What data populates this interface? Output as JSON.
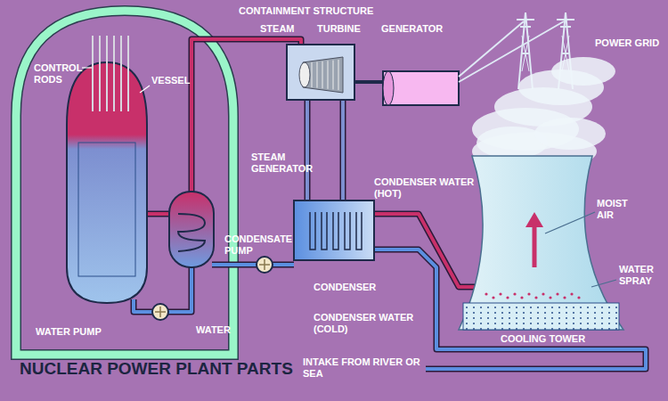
{
  "diagram": {
    "title": "NUCLEAR POWER PLANT PARTS",
    "labels": [
      "CONTAINMENT STRUCTURE",
      "STEAM",
      "CONTROL RODS",
      "VESSEL",
      "TURBINE",
      "GENERATOR",
      "POWER GRID",
      "STEAM GENERATOR",
      "CONDENSER WATER (HOT)",
      "MOIST AIR",
      "CONDENSATE PUMP",
      "WATER SPRAY",
      "WATER PUMP",
      "WATER",
      "CONDENSER",
      "CONDENSER WATER (COLD)",
      "COOLING TOWER",
      "INTAKE FROM RIVER OR SEA"
    ]
  }
}
